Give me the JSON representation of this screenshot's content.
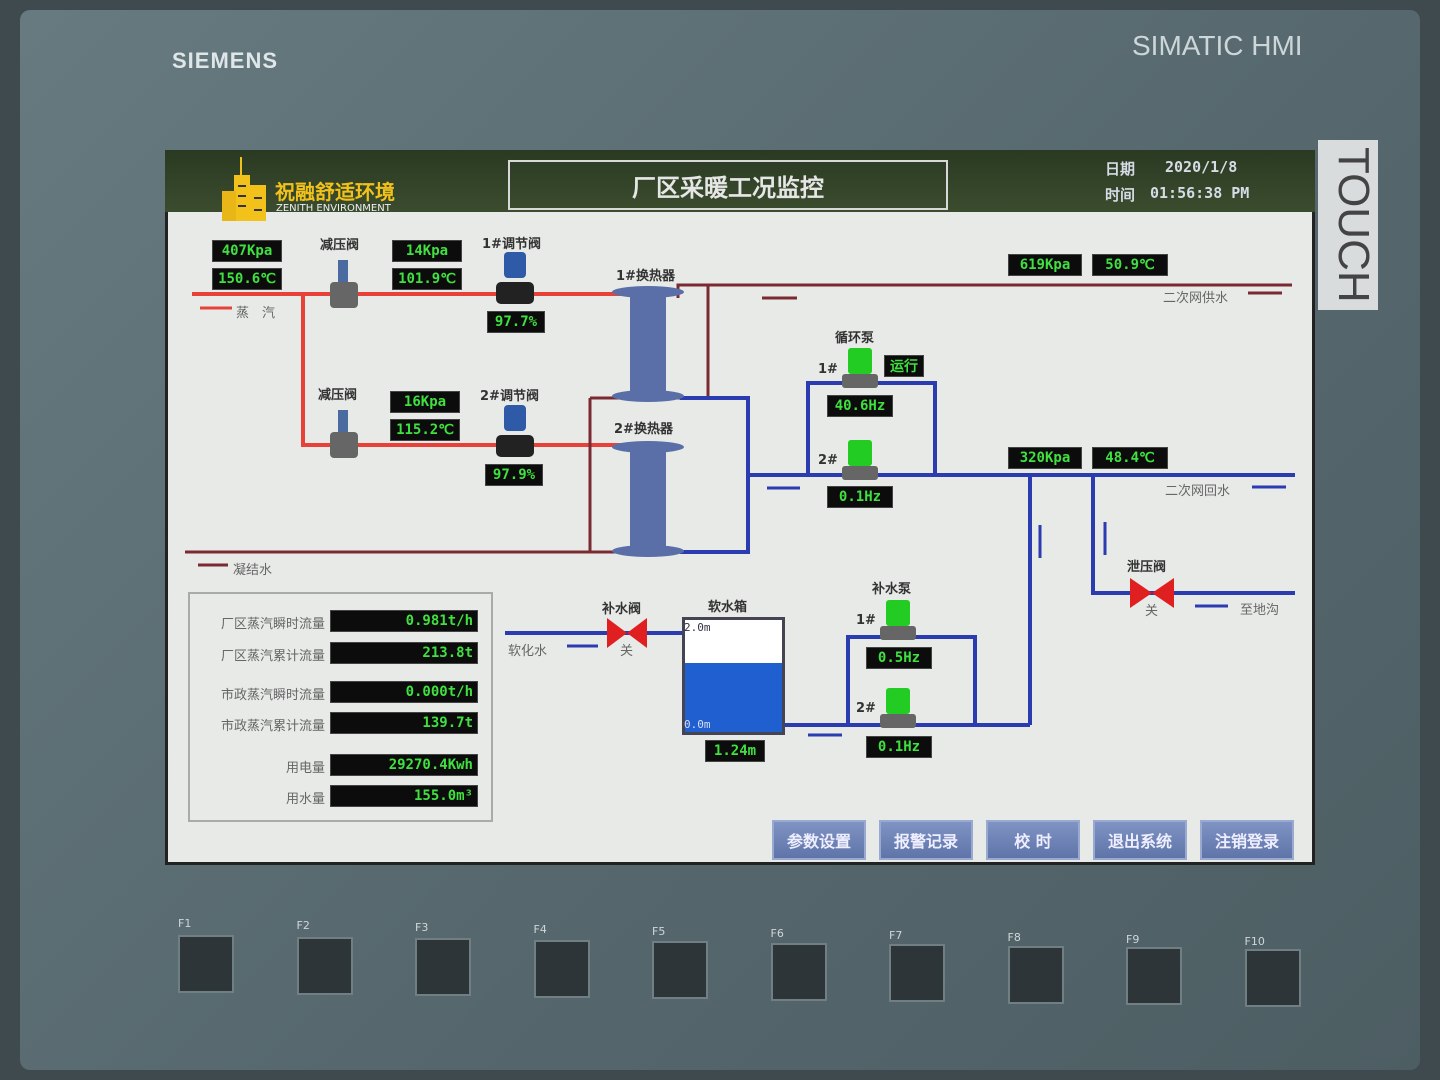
{
  "device": {
    "brand": "SIEMENS",
    "model": "SIMATIC HMI",
    "touch": "TOUCH",
    "fkeys": [
      "F1",
      "F2",
      "F3",
      "F4",
      "F5",
      "F6",
      "F7",
      "F8",
      "F9",
      "F10"
    ]
  },
  "header": {
    "logo_cn": "祝融舒适环境",
    "logo_en": "ZENITH ENVIRONMENT",
    "title": "厂区采暖工况监控",
    "date_label": "日期",
    "date": "2020/1/8",
    "time_label": "时间",
    "time": "01:56:38 PM"
  },
  "steam": {
    "label": "蒸　汽",
    "pressure_in": "407Kpa",
    "temp_in": "150.6℃",
    "prv1_label": "减压阀",
    "prv2_label": "减压阀",
    "p1": "14Kpa",
    "t1": "101.9℃",
    "p2": "16Kpa",
    "t2": "115.2℃",
    "valve1_label": "1#调节阀",
    "valve1_open": "97.7%",
    "valve2_label": "2#调节阀",
    "valve2_open": "97.9%",
    "condensate_label": "凝结水"
  },
  "exchangers": {
    "hx1": "1#换热器",
    "hx2": "2#换热器"
  },
  "supply": {
    "pressure": "619Kpa",
    "temp": "50.9℃",
    "label": "二次网供水"
  },
  "return": {
    "pressure": "320Kpa",
    "temp": "48.4℃",
    "label": "二次网回水"
  },
  "circ_pumps": {
    "label": "循环泵",
    "p1": "1#",
    "p1_status": "运行",
    "p1_freq": "40.6Hz",
    "p2": "2#",
    "p2_freq": "0.1Hz"
  },
  "makeup": {
    "soft_water": "软化水",
    "valve_label": "补水阀",
    "valve_state": "关",
    "tank_label": "软水箱",
    "tank_max": "2.0m",
    "tank_min": "0.0m",
    "tank_level": "1.24m",
    "tank_fill": 0.62,
    "pump_label": "补水泵",
    "p1": "1#",
    "p1_freq": "0.5Hz",
    "p2": "2#",
    "p2_freq": "0.1Hz"
  },
  "relief": {
    "label": "泄压阀",
    "state": "关",
    "drain": "至地沟"
  },
  "stats": [
    {
      "label": "厂区蒸汽瞬时流量",
      "value": "0.981t/h"
    },
    {
      "label": "厂区蒸汽累计流量",
      "value": "213.8t"
    },
    {
      "label": "市政蒸汽瞬时流量",
      "value": "0.000t/h"
    },
    {
      "label": "市政蒸汽累计流量",
      "value": "139.7t"
    },
    {
      "label": "用电量",
      "value": "29270.4Kwh"
    },
    {
      "label": "用水量",
      "value": "155.0m³"
    }
  ],
  "buttons": [
    "参数设置",
    "报警记录",
    "校 时",
    "退出系统",
    "注销登录"
  ],
  "colors": {
    "steam": "#e8413a",
    "supply": "#7a2a30",
    "water": "#2b3bb0",
    "lcd_text": "#3fe03f",
    "valve_closed": "#e02020",
    "pump_running": "#22cc22"
  }
}
